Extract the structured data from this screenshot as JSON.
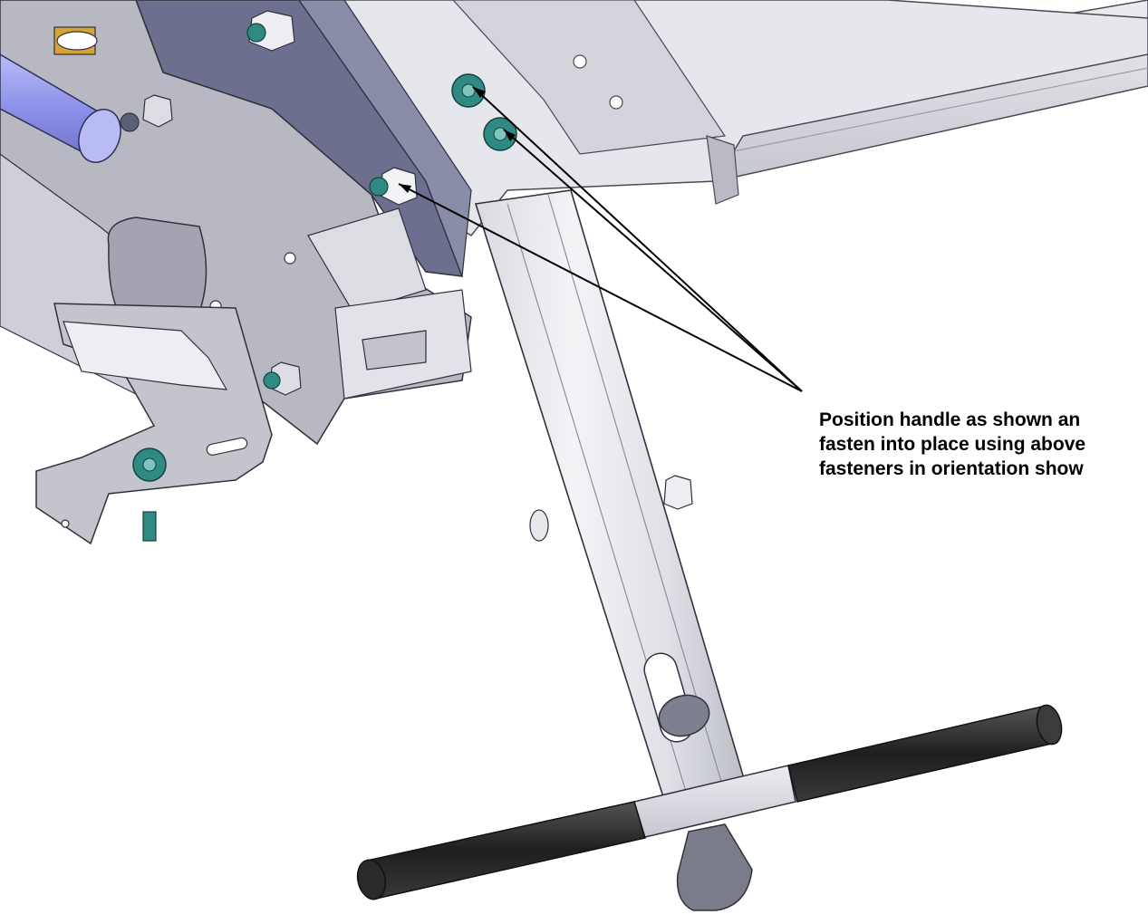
{
  "callout": {
    "lines": [
      "Position handle as shown an",
      "fasten into place using above",
      "fasteners in orientation show"
    ]
  },
  "colors": {
    "background": "#ffffff",
    "metal_light": "#e4e5ea",
    "metal_mid": "#c9cad1",
    "metal_dark": "#8e8f9c",
    "bracket_blue": "#6c6f8e",
    "bolt_teal": "#2f8a84",
    "grip_black": "#2a2a2a",
    "shaft_blue": "#9a9ef0",
    "leader_line": "#000000"
  },
  "icons": [
    "bolt-icon",
    "nut-icon",
    "handle-grip-icon"
  ]
}
